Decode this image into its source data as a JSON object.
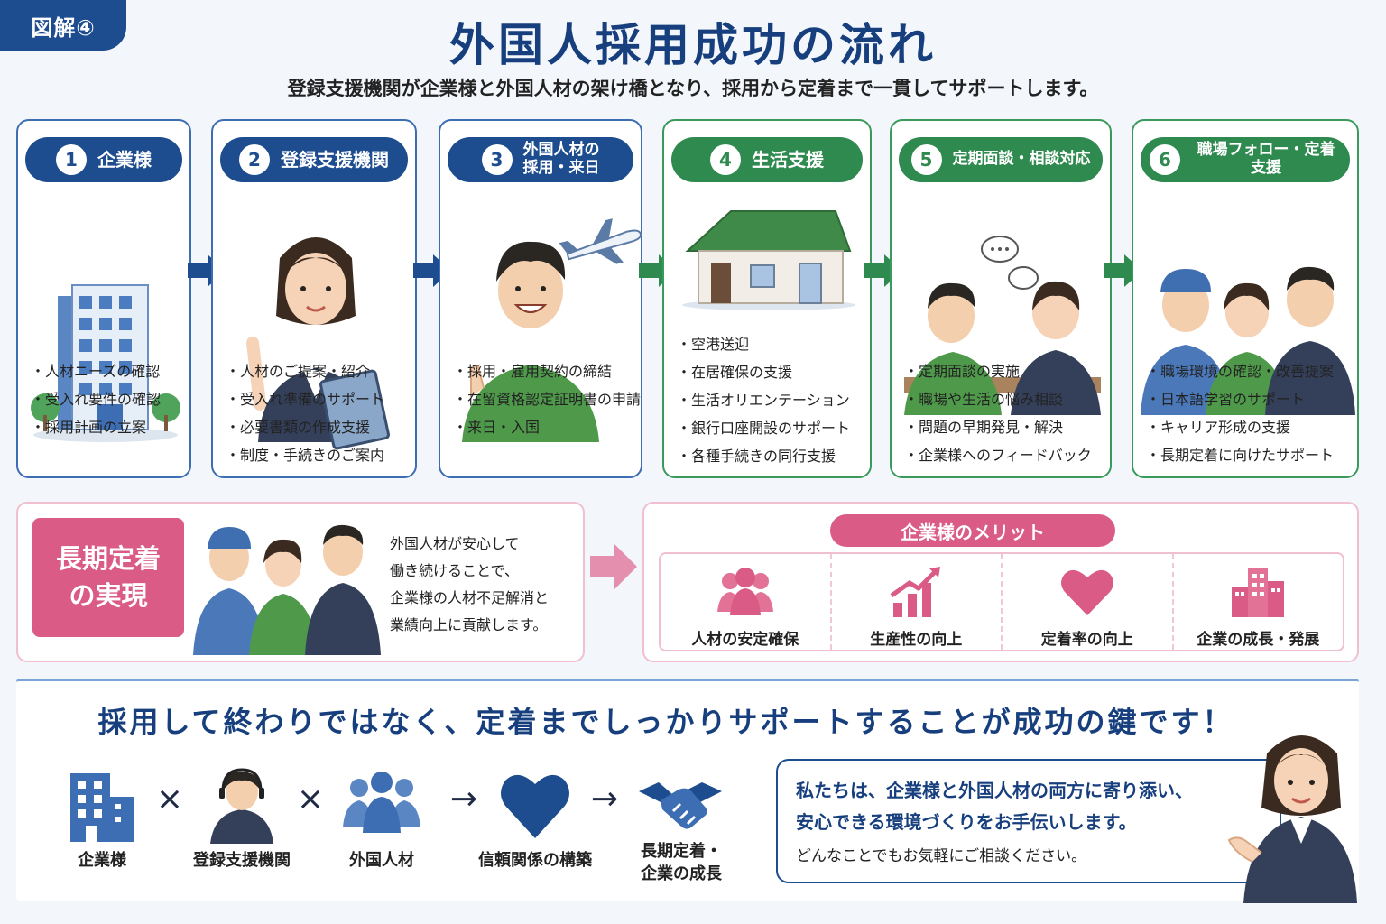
{
  "header": {
    "tag": "図解④",
    "title": "外国人採用成功の流れ",
    "subtitle": "登録支援機関が企業様と外国人材の架け橋となり、採用から定着まで一貫してサポートします。"
  },
  "steps": [
    {
      "num": "1",
      "label": "企業様",
      "color": "#1d4c8f",
      "bullets": [
        "人材ニーズの確認",
        "受入れ要件の確認",
        "採用計画の立案"
      ]
    },
    {
      "num": "2",
      "label": "登録支援機関",
      "color": "#1d4c8f",
      "bullets": [
        "人材のご提案・紹介",
        "受入れ準備のサポート",
        "必要書類の作成支援",
        "制度・手続きのご案内"
      ]
    },
    {
      "num": "3",
      "label": "外国人材の\n採用・来日",
      "color": "#1d4c8f",
      "bullets": [
        "採用・雇用契約の締結",
        "在留資格認定証明書の申請",
        "来日・入国"
      ]
    },
    {
      "num": "4",
      "label": "生活支援",
      "color": "#2f8a4f",
      "bullets": [
        "空港送迎",
        "在居確保の支援",
        "生活オリエンテーション",
        "銀行口座開設のサポート",
        "各種手続きの同行支援"
      ]
    },
    {
      "num": "5",
      "label": "定期面談・相談対応",
      "color": "#2f8a4f",
      "bullets": [
        "定期面談の実施",
        "職場や生活の悩み相談",
        "問題の早期発見・解決",
        "企業様へのフィードバック"
      ]
    },
    {
      "num": "6",
      "label": "職場フォロー・定着支援",
      "color": "#2f8a4f",
      "bullets": [
        "職場環境の確認・改善提案",
        "日本語学習のサポート",
        "キャリア形成の支援",
        "長期定着に向けたサポート"
      ]
    }
  ],
  "settle": {
    "label": "長期定着\nの実現",
    "text": "外国人材が安心して\n働き続けることで、\n企業様の人材不足解消と\n業績向上に貢献します。"
  },
  "merits": {
    "title": "企業様のメリット",
    "items": [
      {
        "icon": "people-group-icon",
        "label": "人材の安定確保"
      },
      {
        "icon": "growth-chart-icon",
        "label": "生産性の向上"
      },
      {
        "icon": "heart-icon",
        "label": "定着率の向上"
      },
      {
        "icon": "buildings-icon",
        "label": "企業の成長・発展"
      }
    ]
  },
  "bottom": {
    "slogan": "採用して終わりではなく、定着までしっかりサポートすることが成功の鍵です！",
    "flow": [
      {
        "icon": "building-icon",
        "label": "企業様"
      },
      {
        "icon": "operator-icon",
        "label": "登録支援機関"
      },
      {
        "icon": "people-icon",
        "label": "外国人材"
      },
      {
        "icon": "heart-icon",
        "label": "信頼関係の構築"
      },
      {
        "icon": "handshake-icon",
        "label": "長期定着・\n企業の成長"
      }
    ],
    "ops": [
      "×",
      "×",
      "→",
      "→"
    ],
    "message": {
      "line1": "私たちは、企業様と外国人材の両方に寄り添い、",
      "line2": "安心できる環境づくりをお手伝いします。",
      "line3": "どんなことでもお気軽にご相談ください。"
    }
  },
  "colors": {
    "navy": "#1d4c8f",
    "green": "#2f8a4f",
    "pink": "#d95b86",
    "pink_light": "#f0bfd0"
  }
}
